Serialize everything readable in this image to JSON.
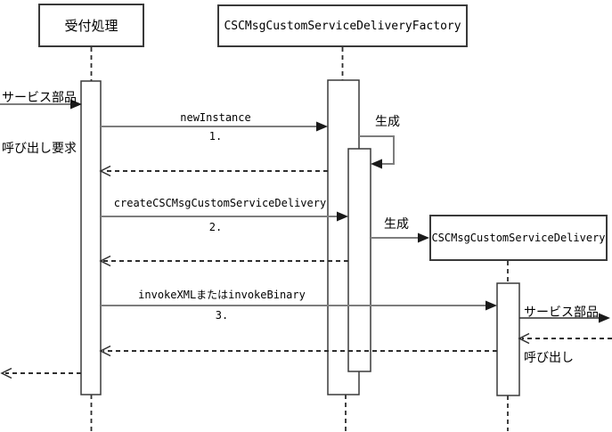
{
  "diagram": {
    "type": "uml-sequence-diagram",
    "objects": {
      "reception": "受付処理",
      "factory": "CSCMsgCustomServiceDeliveryFactory",
      "delivery": "CSCMsgCustomServiceDelivery"
    },
    "annotations": {
      "incoming_request_line1": "サービス部品",
      "incoming_request_line2": "呼び出し要求",
      "outgoing_call_line1": "サービス部品",
      "outgoing_call_line2": "呼び出し"
    },
    "messages": {
      "m1_label": "newInstance",
      "m1_seq": "1.",
      "create1_label": "生成",
      "m2_label": "createCSCMsgCustomServiceDelivery",
      "m2_seq": "2.",
      "create2_label": "生成",
      "m3_label": "invokeXMLまたはinvokeBinary",
      "m3_seq": "3."
    },
    "colors": {
      "background": "#ffffff",
      "solid_message_line": "#7d7d7d",
      "dashed_return_line": "#2e2e2e",
      "lifeline": "#2e2e2e",
      "box_border": "#3a3a3a",
      "arrowhead_fill": "#1a1a1a",
      "text": "#000000"
    }
  }
}
